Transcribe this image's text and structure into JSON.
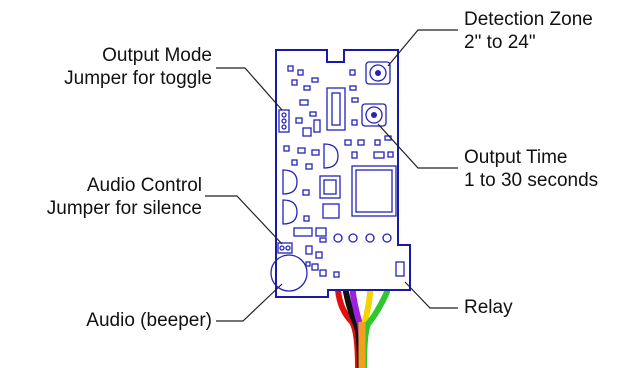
{
  "labels": {
    "detection_zone": {
      "line1": "Detection Zone",
      "line2": "2\" to 24\""
    },
    "output_mode": {
      "line1": "Output Mode",
      "line2": "Jumper for toggle"
    },
    "output_time": {
      "line1": "Output Time",
      "line2": "1 to 30 seconds"
    },
    "audio_control": {
      "line1": "Audio Control",
      "line2": "Jumper for silence"
    },
    "audio": {
      "line1": "Audio (beeper)"
    },
    "relay": {
      "line1": "Relay"
    }
  },
  "colors": {
    "board_outline": "#1a1aa8",
    "components": "#2323b8",
    "wire_red": "#e01010",
    "wire_purple": "#a020e0",
    "wire_yellow": "#f2d400",
    "wire_green": "#2ec82e",
    "wire_black": "#111111",
    "wire_orange": "#f0a020"
  }
}
